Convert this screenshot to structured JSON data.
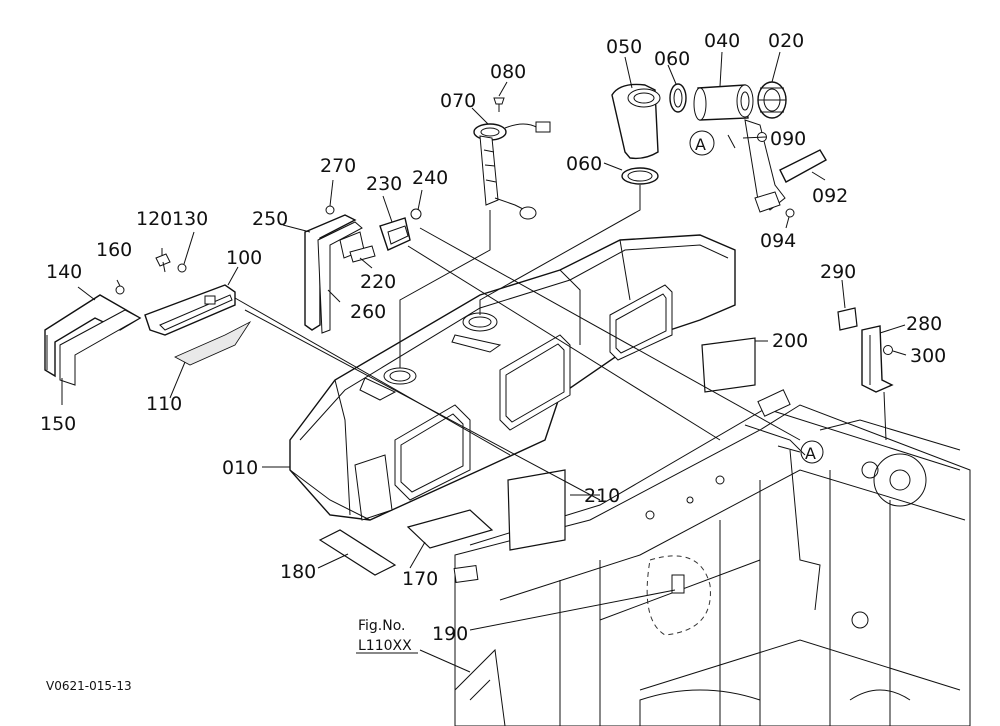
{
  "diagram": {
    "callouts": {
      "c010": "010",
      "c020": "020",
      "c040": "040",
      "c050": "050",
      "c060a": "060",
      "c060b": "060",
      "c070": "070",
      "c080": "080",
      "c090": "090",
      "c092": "092",
      "c094": "094",
      "c100": "100",
      "c110": "110",
      "c120": "120",
      "c130": "130",
      "c140": "140",
      "c150": "150",
      "c160": "160",
      "c170": "170",
      "c180": "180",
      "c190": "190",
      "c200": "200",
      "c210": "210",
      "c220": "220",
      "c230": "230",
      "c240": "240",
      "c250": "250",
      "c260": "260",
      "c270": "270",
      "c280": "280",
      "c290": "290",
      "c300": "300"
    },
    "marker_a_1": "A",
    "marker_a_2": "A",
    "fig_ref_line1": "Fig.No.",
    "fig_ref_line2": "L110XX",
    "drawing_code": "V0621-015-13"
  }
}
